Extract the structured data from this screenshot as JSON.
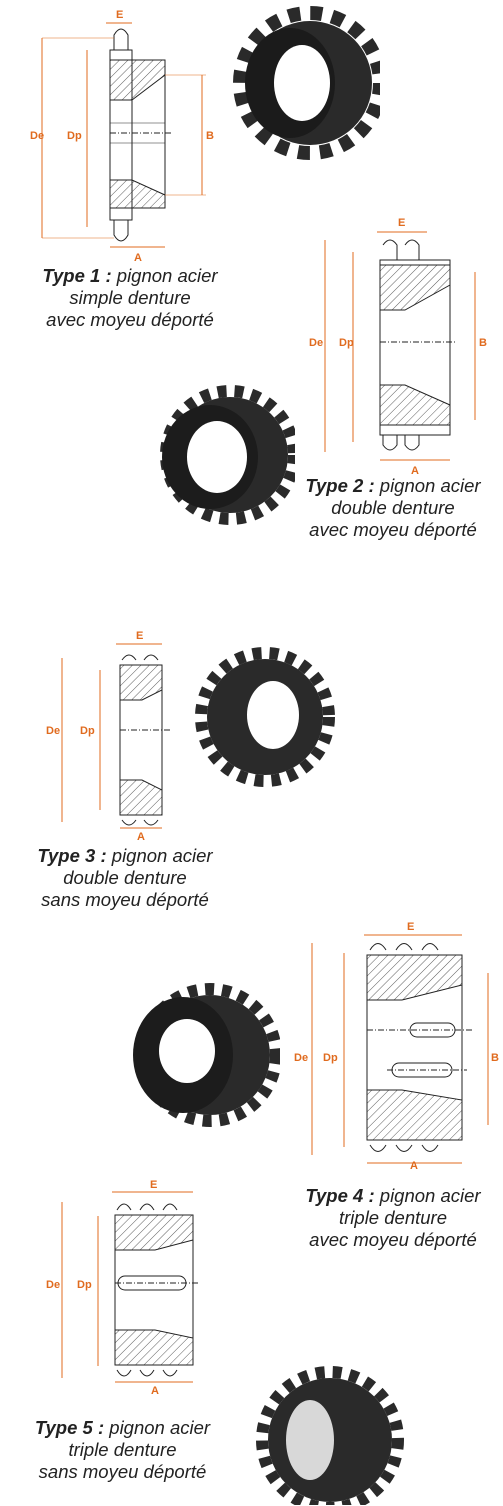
{
  "accent_color": "#e06b1f",
  "dimension_labels": {
    "E": "E",
    "De": "De",
    "Dp": "Dp",
    "B": "B",
    "A": "A"
  },
  "items": [
    {
      "type_label": "Type 1 :",
      "desc_line1": "pignon acier",
      "desc_line2": "simple denture",
      "desc_line3": "avec moyeu déporté"
    },
    {
      "type_label": "Type 2 :",
      "desc_line1": "pignon acier",
      "desc_line2": "double denture",
      "desc_line3": "avec moyeu déporté"
    },
    {
      "type_label": "Type 3 :",
      "desc_line1": "pignon acier",
      "desc_line2": "double denture",
      "desc_line3": "sans moyeu déporté"
    },
    {
      "type_label": "Type 4 :",
      "desc_line1": "pignon acier",
      "desc_line2": "triple denture",
      "desc_line3": "avec moyeu déporté"
    },
    {
      "type_label": "Type 5 :",
      "desc_line1": "pignon acier",
      "desc_line2": "triple denture",
      "desc_line3": "sans moyeu déporté"
    }
  ]
}
